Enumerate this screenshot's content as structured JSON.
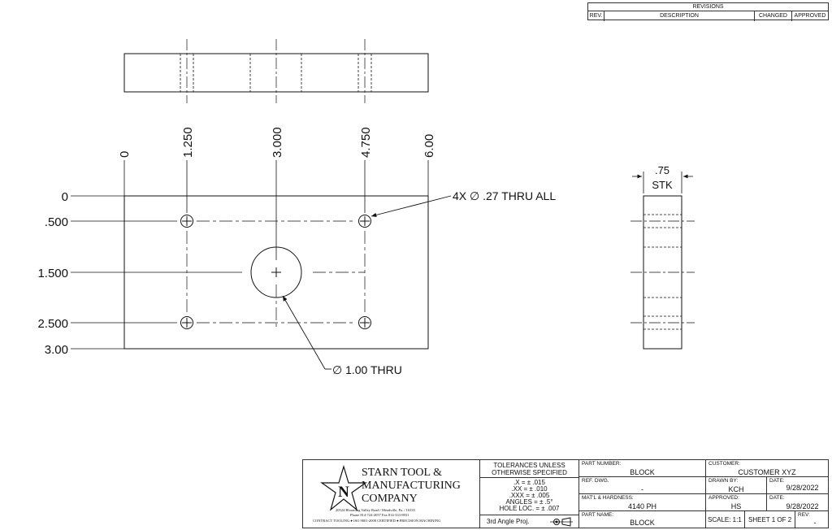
{
  "revisions": {
    "title": "REVISIONS",
    "columns": [
      "REV.",
      "DESCRIPTION",
      "CHANGED",
      "APPROVED"
    ]
  },
  "top_view": {
    "x_dims": [
      "0",
      "1.250",
      "3.000",
      "4.750",
      "6.00"
    ],
    "y_dims": [
      "0",
      ".500",
      "1.500",
      "2.500",
      "3.00"
    ],
    "hole_callout": "4X ∅ .27 THRU ALL",
    "center_callout": "∅ 1.00 THRU"
  },
  "side_view": {
    "thickness": ".75",
    "stock": "STK"
  },
  "title_block": {
    "company_line1": "STARN TOOL &",
    "company_line2": "MANUFACTURING",
    "company_line3": "COMPANY",
    "logo_letter": "N",
    "address": "20524 Blooming Valley Road / Meadville, Pa. / 16335",
    "phone": "Phone 814-724-2057   Fax 814-333-8931",
    "certs": "CONTRACT TOOLING ● ISO 9001-2008 CERTIFIED ● PRECISION MACHINING",
    "tol_title1": "TOLERANCES UNLESS",
    "tol_title2": "OTHERWISE SPECIFIED",
    "tol_x": ".X = ± .015",
    "tol_xx": ".XX = ± .010",
    "tol_xxx": ".XXX = ± .005",
    "tol_angles": "ANGLES = ± .5°",
    "tol_hole": "HOLE LOC. = ± .007",
    "projection": "3rd Angle Proj.",
    "part_number_label": "PART NUMBER:",
    "part_number": "BLOCK",
    "ref_dwg_label": "REF. DWG.",
    "ref_dwg": "-",
    "material_label": "MAT'L & HARDNESS:",
    "material": "4140 PH",
    "part_name_label": "PART NAME:",
    "part_name": "BLOCK",
    "customer_label": "CUSTOMER:",
    "customer": "CUSTOMER XYZ",
    "drawn_by_label": "DRAWN BY:",
    "drawn_by": "KCH",
    "date_label": "DATE:",
    "drawn_date": "9/28/2022",
    "approved_label": "APPROVED:",
    "approved_by": "HS",
    "approved_date": "9/28/2022",
    "scale": "SCALE: 1:1",
    "sheet": "SHEET 1 OF 2",
    "rev_label": "REV:",
    "rev": "-"
  }
}
